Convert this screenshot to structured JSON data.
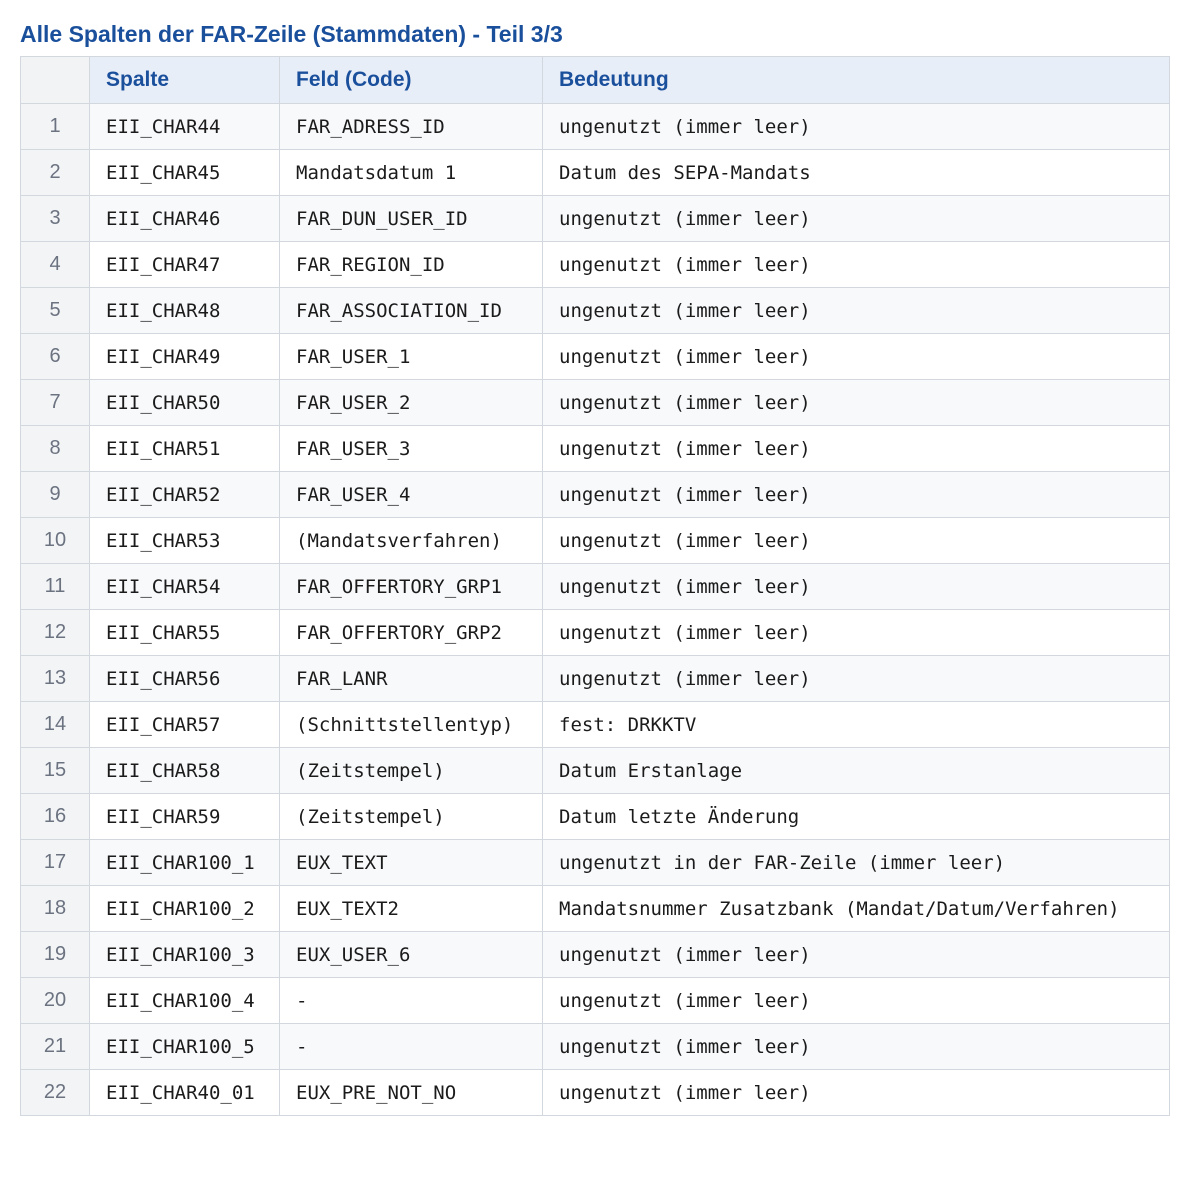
{
  "title": "Alle Spalten der FAR-Zeile (Stammdaten) - Teil 3/3",
  "columns": [
    "",
    "Spalte",
    "Feld (Code)",
    "Bedeutung"
  ],
  "rows": [
    {
      "num": "1",
      "spalte": "EII_CHAR44",
      "feld": "FAR_ADRESS_ID",
      "bedeutung": "ungenutzt (immer leer)"
    },
    {
      "num": "2",
      "spalte": "EII_CHAR45",
      "feld": "Mandatsdatum 1",
      "bedeutung": "Datum des SEPA-Mandats"
    },
    {
      "num": "3",
      "spalte": "EII_CHAR46",
      "feld": "FAR_DUN_USER_ID",
      "bedeutung": "ungenutzt (immer leer)"
    },
    {
      "num": "4",
      "spalte": "EII_CHAR47",
      "feld": "FAR_REGION_ID",
      "bedeutung": "ungenutzt (immer leer)"
    },
    {
      "num": "5",
      "spalte": "EII_CHAR48",
      "feld": "FAR_ASSOCIATION_ID",
      "bedeutung": "ungenutzt (immer leer)"
    },
    {
      "num": "6",
      "spalte": "EII_CHAR49",
      "feld": "FAR_USER_1",
      "bedeutung": "ungenutzt (immer leer)"
    },
    {
      "num": "7",
      "spalte": "EII_CHAR50",
      "feld": "FAR_USER_2",
      "bedeutung": "ungenutzt (immer leer)"
    },
    {
      "num": "8",
      "spalte": "EII_CHAR51",
      "feld": "FAR_USER_3",
      "bedeutung": "ungenutzt (immer leer)"
    },
    {
      "num": "9",
      "spalte": "EII_CHAR52",
      "feld": "FAR_USER_4",
      "bedeutung": "ungenutzt (immer leer)"
    },
    {
      "num": "10",
      "spalte": "EII_CHAR53",
      "feld": "(Mandatsverfahren)",
      "bedeutung": "ungenutzt (immer leer)"
    },
    {
      "num": "11",
      "spalte": "EII_CHAR54",
      "feld": "FAR_OFFERTORY_GRP1",
      "bedeutung": "ungenutzt (immer leer)"
    },
    {
      "num": "12",
      "spalte": "EII_CHAR55",
      "feld": "FAR_OFFERTORY_GRP2",
      "bedeutung": "ungenutzt (immer leer)"
    },
    {
      "num": "13",
      "spalte": "EII_CHAR56",
      "feld": "FAR_LANR",
      "bedeutung": "ungenutzt (immer leer)"
    },
    {
      "num": "14",
      "spalte": "EII_CHAR57",
      "feld": "(Schnittstellentyp)",
      "bedeutung": "fest: DRKKTV"
    },
    {
      "num": "15",
      "spalte": "EII_CHAR58",
      "feld": "(Zeitstempel)",
      "bedeutung": "Datum Erstanlage"
    },
    {
      "num": "16",
      "spalte": "EII_CHAR59",
      "feld": "(Zeitstempel)",
      "bedeutung": "Datum letzte Änderung"
    },
    {
      "num": "17",
      "spalte": "EII_CHAR100_1",
      "feld": "EUX_TEXT",
      "bedeutung": "ungenutzt in der FAR-Zeile (immer leer)"
    },
    {
      "num": "18",
      "spalte": "EII_CHAR100_2",
      "feld": "EUX_TEXT2",
      "bedeutung": "Mandatsnummer Zusatzbank (Mandat/Datum/Verfahren)"
    },
    {
      "num": "19",
      "spalte": "EII_CHAR100_3",
      "feld": "EUX_USER_6",
      "bedeutung": "ungenutzt (immer leer)"
    },
    {
      "num": "20",
      "spalte": "EII_CHAR100_4",
      "feld": "-",
      "bedeutung": "ungenutzt (immer leer)"
    },
    {
      "num": "21",
      "spalte": "EII_CHAR100_5",
      "feld": "-",
      "bedeutung": "ungenutzt (immer leer)"
    },
    {
      "num": "22",
      "spalte": "EII_CHAR40_01",
      "feld": "EUX_PRE_NOT_NO",
      "bedeutung": "ungenutzt (immer leer)"
    }
  ],
  "colors": {
    "title": "#1a4f9c",
    "header_bg": "#e8eef8",
    "border": "#d3d8de",
    "row_alt": "#f8f9fb"
  }
}
